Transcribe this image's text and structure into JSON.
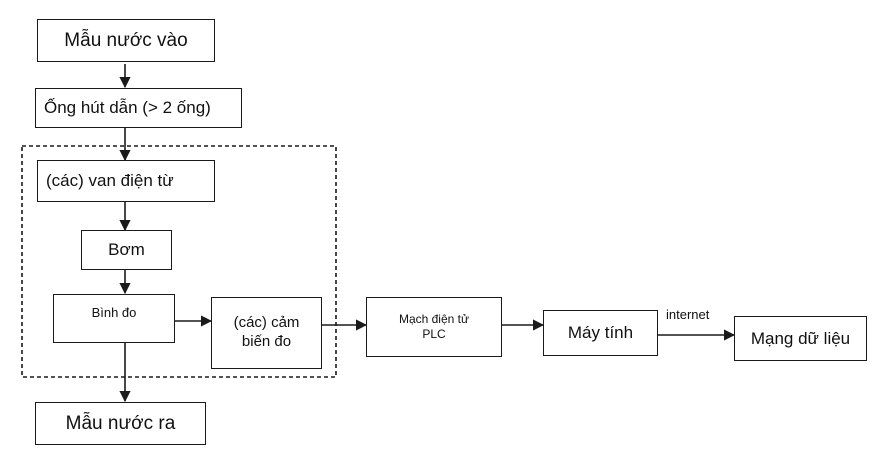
{
  "nodes": {
    "water_in": "Mẫu nước vào",
    "intake_tubes": "Ống hút dẫn (> 2 ống)",
    "solenoid_valves": "(các) van điện từ",
    "pump": "Bơm",
    "measuring_tank": "Bình đo",
    "sensors": "(các) cảm\nbiến đo",
    "plc_circuit": "Mạch điện tử\nPLC",
    "computer": "Máy tính",
    "data_network": "Mạng dữ liệu",
    "water_out": "Mẫu nước ra"
  },
  "edge_labels": {
    "computer_to_network": "internet"
  }
}
